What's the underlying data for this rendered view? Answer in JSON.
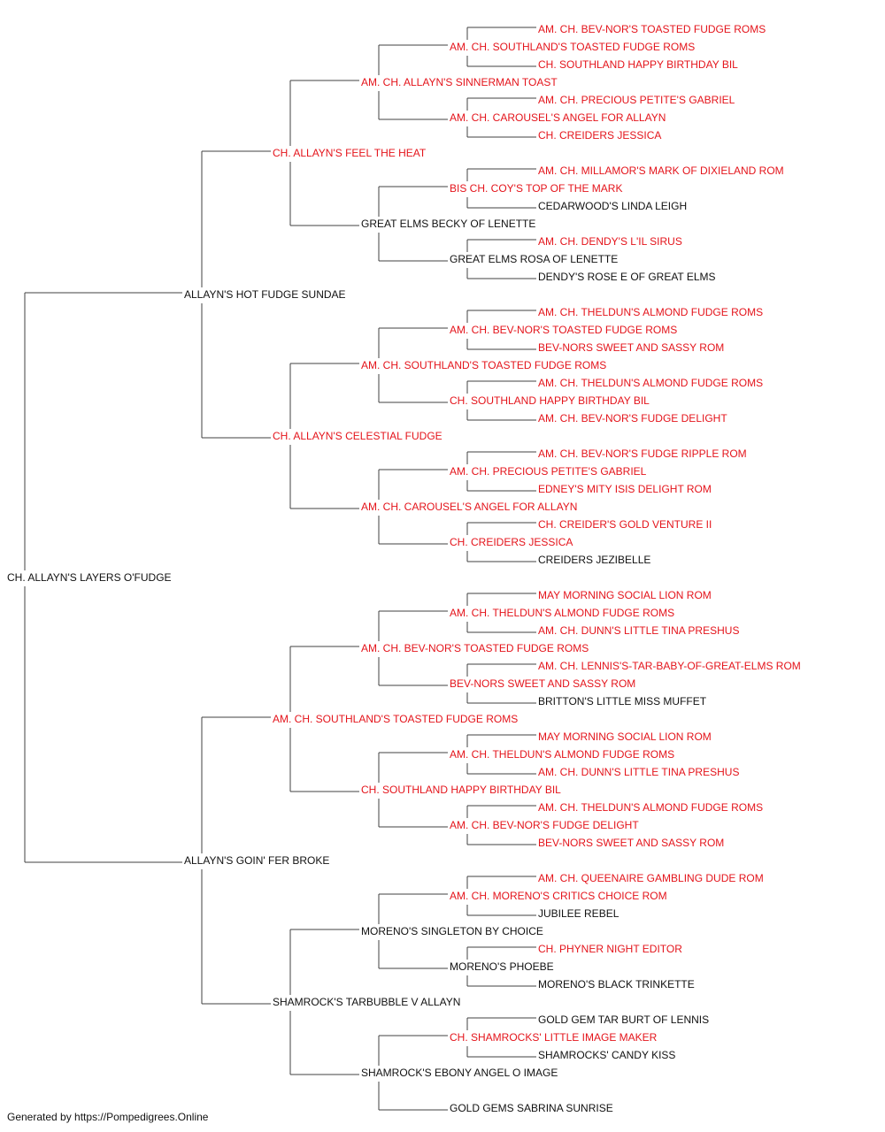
{
  "colors": {
    "champion": "#e4141b",
    "normal": "#111111",
    "line": "#404040"
  },
  "pedigree": {
    "name": "CH. ALLAYN'S LAYERS O'FUDGE",
    "champion": false,
    "sire": {
      "name": "ALLAYN'S HOT FUDGE SUNDAE",
      "champion": false,
      "sire": {
        "name": "CH. ALLAYN'S FEEL THE HEAT",
        "champion": true,
        "sire": {
          "name": "AM. CH. ALLAYN'S SINNERMAN TOAST",
          "champion": true,
          "sire": {
            "name": "AM. CH. SOUTHLAND'S TOASTED FUDGE ROMS",
            "champion": true,
            "sire": {
              "name": "AM. CH. BEV-NOR'S TOASTED FUDGE ROMS",
              "champion": true
            },
            "dam": {
              "name": "CH. SOUTHLAND HAPPY BIRTHDAY BIL",
              "champion": true
            }
          },
          "dam": {
            "name": "AM. CH. CAROUSEL'S ANGEL FOR ALLAYN",
            "champion": true,
            "sire": {
              "name": "AM. CH. PRECIOUS PETITE'S GABRIEL",
              "champion": true
            },
            "dam": {
              "name": "CH. CREIDERS JESSICA",
              "champion": true
            }
          }
        },
        "dam": {
          "name": "GREAT ELMS BECKY OF LENETTE",
          "champion": false,
          "sire": {
            "name": "BIS CH. COY'S TOP OF THE MARK",
            "champion": true,
            "sire": {
              "name": "AM. CH. MILLAMOR'S MARK OF DIXIELAND ROM",
              "champion": true
            },
            "dam": {
              "name": "CEDARWOOD'S LINDA LEIGH",
              "champion": false
            }
          },
          "dam": {
            "name": "GREAT ELMS ROSA OF LENETTE",
            "champion": false,
            "sire": {
              "name": "AM. CH. DENDY'S L'IL SIRUS",
              "champion": true
            },
            "dam": {
              "name": "DENDY'S ROSE E OF GREAT ELMS",
              "champion": false
            }
          }
        }
      },
      "dam": {
        "name": "CH. ALLAYN'S CELESTIAL FUDGE",
        "champion": true,
        "sire": {
          "name": "AM. CH. SOUTHLAND'S TOASTED FUDGE ROMS",
          "champion": true,
          "sire": {
            "name": "AM. CH. BEV-NOR'S TOASTED FUDGE ROMS",
            "champion": true,
            "sire": {
              "name": "AM. CH. THELDUN'S ALMOND FUDGE ROMS",
              "champion": true
            },
            "dam": {
              "name": "BEV-NORS SWEET AND SASSY ROM",
              "champion": true
            }
          },
          "dam": {
            "name": "CH. SOUTHLAND HAPPY BIRTHDAY BIL",
            "champion": true,
            "sire": {
              "name": "AM. CH. THELDUN'S ALMOND FUDGE ROMS",
              "champion": true
            },
            "dam": {
              "name": "AM. CH. BEV-NOR'S FUDGE DELIGHT",
              "champion": true
            }
          }
        },
        "dam": {
          "name": "AM. CH. CAROUSEL'S ANGEL FOR ALLAYN",
          "champion": true,
          "sire": {
            "name": "AM. CH. PRECIOUS PETITE'S GABRIEL",
            "champion": true,
            "sire": {
              "name": "AM. CH. BEV-NOR'S FUDGE RIPPLE ROM",
              "champion": true
            },
            "dam": {
              "name": "EDNEY'S MITY ISIS DELIGHT ROM",
              "champion": true
            }
          },
          "dam": {
            "name": "CH. CREIDERS JESSICA",
            "champion": true,
            "sire": {
              "name": "CH. CREIDER'S GOLD VENTURE II",
              "champion": true
            },
            "dam": {
              "name": "CREIDERS JEZIBELLE",
              "champion": false
            }
          }
        }
      }
    },
    "dam": {
      "name": "ALLAYN'S GOIN' FER BROKE",
      "champion": false,
      "sire": {
        "name": "AM. CH. SOUTHLAND'S TOASTED FUDGE ROMS",
        "champion": true,
        "sire": {
          "name": "AM. CH. BEV-NOR'S TOASTED FUDGE ROMS",
          "champion": true,
          "sire": {
            "name": "AM. CH. THELDUN'S ALMOND FUDGE ROMS",
            "champion": true,
            "sire": {
              "name": "MAY MORNING SOCIAL LION ROM",
              "champion": true
            },
            "dam": {
              "name": "AM. CH. DUNN'S LITTLE TINA PRESHUS",
              "champion": true
            }
          },
          "dam": {
            "name": "BEV-NORS SWEET AND SASSY ROM",
            "champion": true,
            "sire": {
              "name": "AM. CH. LENNIS'S-TAR-BABY-OF-GREAT-ELMS ROM",
              "champion": true
            },
            "dam": {
              "name": "BRITTON'S LITTLE MISS MUFFET",
              "champion": false
            }
          }
        },
        "dam": {
          "name": "CH. SOUTHLAND HAPPY BIRTHDAY BIL",
          "champion": true,
          "sire": {
            "name": "AM. CH. THELDUN'S ALMOND FUDGE ROMS",
            "champion": true,
            "sire": {
              "name": "MAY MORNING SOCIAL LION ROM",
              "champion": true
            },
            "dam": {
              "name": "AM. CH. DUNN'S LITTLE TINA PRESHUS",
              "champion": true
            }
          },
          "dam": {
            "name": "AM. CH. BEV-NOR'S FUDGE DELIGHT",
            "champion": true,
            "sire": {
              "name": "AM. CH. THELDUN'S ALMOND FUDGE ROMS",
              "champion": true
            },
            "dam": {
              "name": "BEV-NORS SWEET AND SASSY ROM",
              "champion": true
            }
          }
        }
      },
      "dam": {
        "name": "SHAMROCK'S TARBUBBLE V ALLAYN",
        "champion": false,
        "sire": {
          "name": "MORENO'S SINGLETON BY CHOICE",
          "champion": false,
          "sire": {
            "name": "AM. CH. MORENO'S CRITICS CHOICE ROM",
            "champion": true,
            "sire": {
              "name": "AM. CH. QUEENAIRE GAMBLING DUDE ROM",
              "champion": true
            },
            "dam": {
              "name": "JUBILEE REBEL",
              "champion": false
            }
          },
          "dam": {
            "name": "MORENO'S PHOEBE",
            "champion": false,
            "sire": {
              "name": "CH. PHYNER NIGHT EDITOR",
              "champion": true
            },
            "dam": {
              "name": "MORENO'S BLACK TRINKETTE",
              "champion": false
            }
          }
        },
        "dam": {
          "name": "SHAMROCK'S EBONY ANGEL O IMAGE",
          "champion": false,
          "sire": {
            "name": "CH. SHAMROCKS' LITTLE IMAGE MAKER",
            "champion": true,
            "sire": {
              "name": "GOLD GEM TAR BURT OF LENNIS",
              "champion": false
            },
            "dam": {
              "name": "SHAMROCKS' CANDY KISS",
              "champion": false
            }
          },
          "dam": {
            "name": "GOLD GEMS SABRINA SUNRISE",
            "champion": false
          }
        }
      }
    }
  },
  "footer": "Generated by https://Pompedigrees.Online"
}
